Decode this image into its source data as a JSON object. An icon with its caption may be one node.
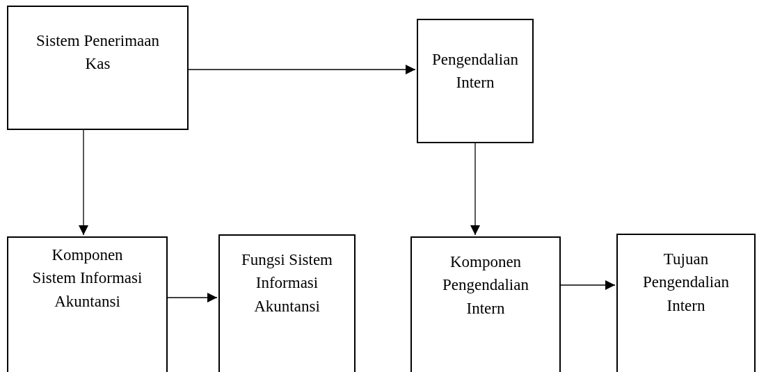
{
  "diagram": {
    "nodes": [
      {
        "text": [
          "Sistem Penerimaan Kas"
        ]
      },
      {
        "text": [
          "Pengendalian Intern"
        ]
      },
      {
        "text": [
          "Komponen Sistem Informasi Akuntansi"
        ]
      },
      {
        "text": [
          "Fungsi Sistem Informasi Akuntansi"
        ]
      },
      {
        "text": [
          "Komponen Pengendalian Intern"
        ]
      },
      {
        "text": [
          "Tujuan Pengendalian Intern"
        ]
      }
    ],
    "edges": [
      {
        "from": 0,
        "to": 1,
        "arrow": "to"
      },
      {
        "from": 0,
        "to": 2,
        "arrow": "to"
      },
      {
        "from": 1,
        "to": 4,
        "arrow": "to"
      },
      {
        "from": 2,
        "to": 3,
        "arrow": "to"
      },
      {
        "from": 4,
        "to": 5,
        "arrow": "to"
      }
    ]
  }
}
